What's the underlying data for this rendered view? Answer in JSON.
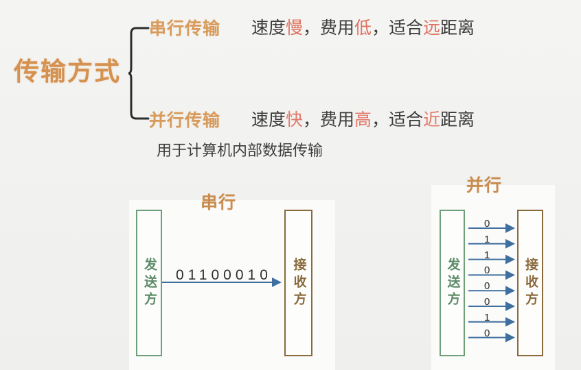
{
  "page": {
    "background_color": "#f2f2f0",
    "accent_orange": "#d5914f",
    "highlight_red": "#e0705f",
    "green": "#6f9f78",
    "brown": "#8a6a3c",
    "arrow_blue": "#3f6f9f"
  },
  "mindmap": {
    "root_label": "传输方式",
    "branches": [
      {
        "label": "串行传输",
        "description_parts": [
          {
            "text": "速度",
            "highlight": false
          },
          {
            "text": "慢",
            "highlight": true
          },
          {
            "text": "，费用",
            "highlight": false
          },
          {
            "text": "低",
            "highlight": true
          },
          {
            "text": "，适合",
            "highlight": false
          },
          {
            "text": "远",
            "highlight": true
          },
          {
            "text": "距离",
            "highlight": false
          }
        ],
        "description_full": "速度慢，费用低，适合远距离",
        "subnote": ""
      },
      {
        "label": "并行传输",
        "description_parts": [
          {
            "text": "速度",
            "highlight": false
          },
          {
            "text": "快",
            "highlight": true
          },
          {
            "text": "，费用",
            "highlight": false
          },
          {
            "text": "高",
            "highlight": true
          },
          {
            "text": "，适合",
            "highlight": false
          },
          {
            "text": "近",
            "highlight": true
          },
          {
            "text": "距离",
            "highlight": false
          }
        ],
        "description_full": "速度快，费用高，适合近距离",
        "subnote": "用于计算机内部数据传输"
      }
    ]
  },
  "serial_diagram": {
    "title": "串行",
    "sender_label": "发送方",
    "receiver_label": "接收方",
    "bitstream": "01100010"
  },
  "parallel_diagram": {
    "title": "并行",
    "sender_label": "发送方",
    "receiver_label": "接收方",
    "bits": [
      "0",
      "1",
      "1",
      "0",
      "0",
      "0",
      "1",
      "0"
    ]
  }
}
